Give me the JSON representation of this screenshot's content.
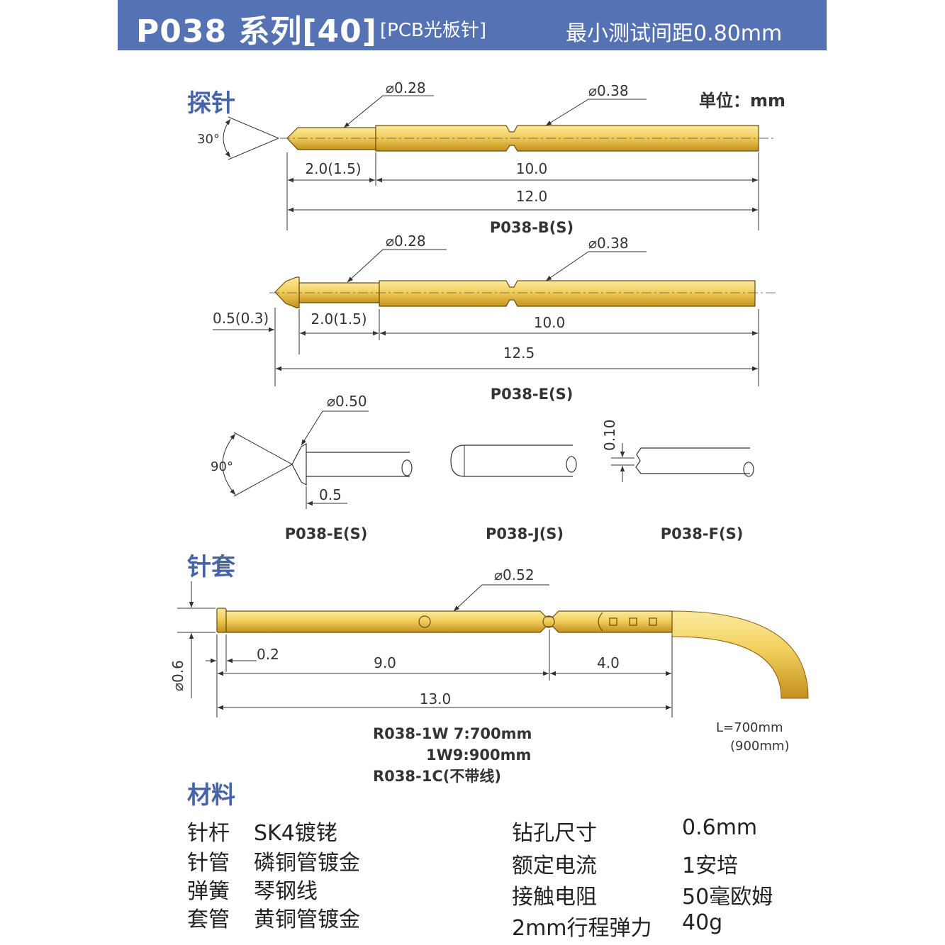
{
  "header": {
    "series": "P038 系列[40]",
    "type": "[PCB光板针]",
    "spacing": "最小测试间距0.80mm"
  },
  "sections": {
    "probe": "探针",
    "sleeve": "针套",
    "material": "材料"
  },
  "unit": "单位：mm",
  "probe_b": {
    "tip_dia": "⌀0.28",
    "body_dia": "⌀0.38",
    "angle": "30°",
    "dim_tip": "2.0(1.5)",
    "dim_body": "10.0",
    "dim_total": "12.0",
    "name": "P038-B(S)"
  },
  "probe_e": {
    "tip_dia": "⌀0.28",
    "body_dia": "⌀0.38",
    "dim_head": "0.5(0.3)",
    "dim_tip": "2.0(1.5)",
    "dim_body": "10.0",
    "dim_total": "12.5",
    "name": "P038-E(S)"
  },
  "tips": {
    "e_dia": "⌀0.50",
    "e_angle": "90°",
    "e_len": "0.5",
    "e_name": "P038-E(S)",
    "j_name": "P038-J(S)",
    "f_gap": "0.10",
    "f_name": "P038-F(S)"
  },
  "receptacle": {
    "dia": "⌀0.52",
    "outer_dia": "⌀0.6",
    "dim_collar": "0.2",
    "dim_main": "9.0",
    "dim_rear": "4.0",
    "dim_total": "13.0",
    "model_1": "R038-1W 7:700mm",
    "model_2": "1W9:900mm",
    "model_3": "R038-1C(不带线)",
    "wire_len": "L=700mm",
    "wire_len_alt": "(900mm)"
  },
  "materials": [
    {
      "part": "针杆",
      "value": "SK4镀铑"
    },
    {
      "part": "针管",
      "value": "磷铜管镀金"
    },
    {
      "part": "弹簧",
      "value": "琴钢线"
    },
    {
      "part": "套管",
      "value": "黄铜管镀金"
    }
  ],
  "specs": [
    {
      "name": "钻孔尺寸",
      "value": "0.6mm"
    },
    {
      "name": "额定电流",
      "value": "1安培"
    },
    {
      "name": "接触电阻",
      "value": "50毫欧姆"
    },
    {
      "name": "2mm行程弹力",
      "value": "40g"
    }
  ],
  "colors": {
    "banner": "#5572b5",
    "section_title": "#4665a8",
    "gold_light": "#f7dc7a",
    "gold_dark": "#b98412",
    "line": "#333333"
  }
}
